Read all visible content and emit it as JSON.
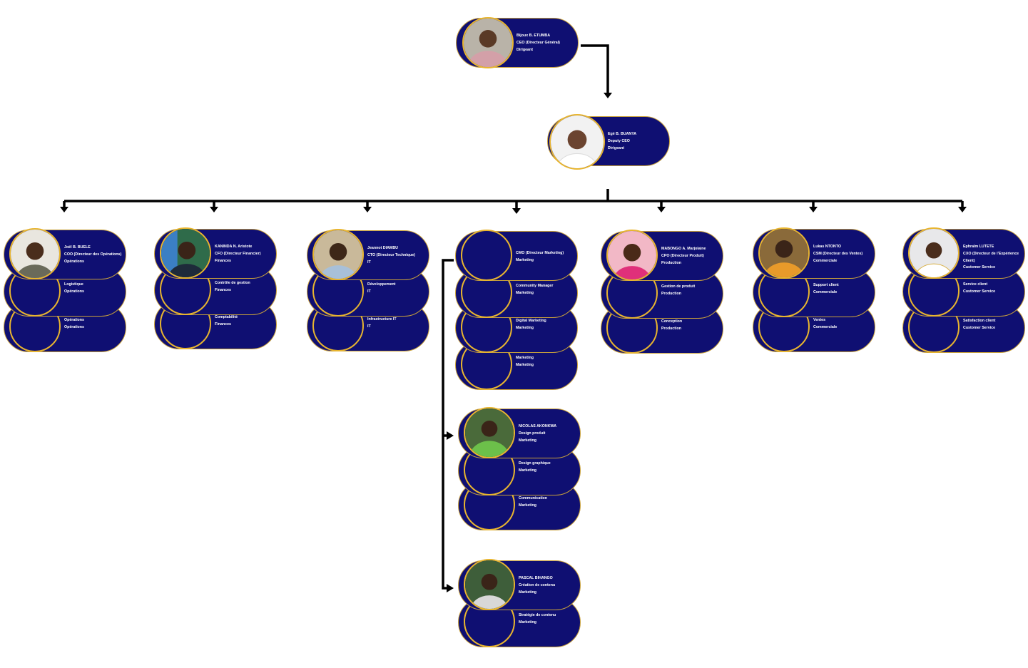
{
  "colors": {
    "card_fill": "#0f0f72",
    "card_border": "#c9a13b",
    "ring": "#e8b52f",
    "connector": "#000000",
    "text": "#ffffff"
  },
  "ceo": {
    "name": "Bijoux B. ETUMBA",
    "role": "CEO (Directeur Général)",
    "dept": "Dirigeant"
  },
  "deputy": {
    "name": "Egé B. BUANYA",
    "role": "Deputy CEO",
    "dept": "Dirigeant"
  },
  "coo": {
    "name": "Joël B. BUELE",
    "role": "COO (Directeur des Opérations)",
    "dept": "Opérations",
    "subs": [
      {
        "unit": "Logistique",
        "dept": "Opérations"
      },
      {
        "unit": "Opérations",
        "dept": "Opérations"
      }
    ]
  },
  "cfo": {
    "name": "KANINDA N. Aristote",
    "role": "CFO (Directeur Financier)",
    "dept": "Finances",
    "subs": [
      {
        "unit": "Contrôle de gestion",
        "dept": "Finances"
      },
      {
        "unit": "Comptabilité",
        "dept": "Finances"
      }
    ]
  },
  "cto": {
    "name": "Jeannot DIAMBU",
    "role": "CTO (Directeur Technique)",
    "dept": "IT",
    "subs": [
      {
        "unit": "Développement",
        "dept": "IT"
      },
      {
        "unit": "Infrastructure IT",
        "dept": "IT"
      }
    ]
  },
  "cmo": {
    "role": "CMO (Directeur Marketing)",
    "dept": "Marketing",
    "subs": [
      {
        "unit": "Community Manager",
        "dept": "Marketing"
      },
      {
        "unit": "Digital Marketing",
        "dept": "Marketing"
      },
      {
        "unit": "Marketing",
        "dept": "Marketing"
      }
    ]
  },
  "design": {
    "name": "NICOLAS AKONKWA",
    "role": "Design produit",
    "dept": "Marketing",
    "subs": [
      {
        "unit": "Design graphique",
        "dept": "Marketing"
      },
      {
        "unit": "Communication",
        "dept": "Marketing"
      }
    ]
  },
  "content": {
    "name": "PASCAL BIHANGO",
    "role": "Création de contenu",
    "dept": "Marketing",
    "subs": [
      {
        "unit": "Stratégie de contenu",
        "dept": "Marketing"
      }
    ]
  },
  "cpo": {
    "name": "MABONGO A. Marjolaine",
    "role": "CPO (Directeur Produit)",
    "dept": "Production",
    "subs": [
      {
        "unit": "Gestion de produit",
        "dept": "Production"
      },
      {
        "unit": "Conception",
        "dept": "Production"
      }
    ]
  },
  "csm": {
    "name": "Lukas NTONTO",
    "role": "CSM (Directeur des Ventes)",
    "dept": "Commerciale",
    "subs": [
      {
        "unit": "Support client",
        "dept": "Commerciale"
      },
      {
        "unit": "Ventes",
        "dept": "Commerciale"
      }
    ]
  },
  "cxo": {
    "name": "Ephraïm LUTETE",
    "role": "CXO (Directeur de l'Expérience Client)",
    "dept": "Customer Service",
    "subs": [
      {
        "unit": "Service client",
        "dept": "Customer Service"
      },
      {
        "unit": "Satisfaction client",
        "dept": "Customer Service"
      }
    ]
  }
}
